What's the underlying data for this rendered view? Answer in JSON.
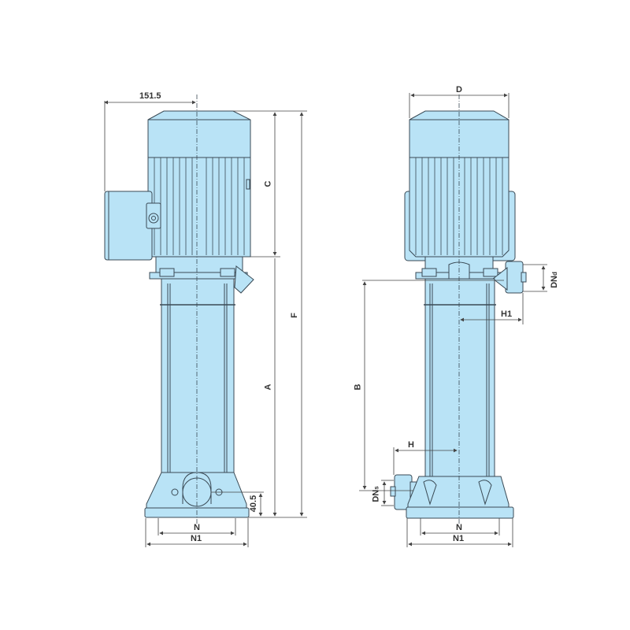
{
  "colors": {
    "body_fill": "#b9e3f6",
    "outline": "#3a4a55",
    "dim_line": "#444444",
    "background": "#ffffff"
  },
  "views": {
    "side_view": {
      "dimensions": {
        "motor_offset": "151.5",
        "motor_height": "C",
        "total_height": "F",
        "pump_height": "A",
        "inlet_height": "40.5",
        "foot_spacing": "N",
        "base_width": "N1"
      }
    },
    "front_view": {
      "dimensions": {
        "motor_diameter": "D",
        "discharge_height": "B",
        "outlet_offset": "H1",
        "inlet_offset": "H",
        "outlet_size_main": "DN",
        "outlet_size_sub": "d",
        "inlet_size_main": "DN",
        "inlet_size_sub": "s",
        "foot_spacing": "N",
        "base_width": "N1"
      }
    }
  }
}
